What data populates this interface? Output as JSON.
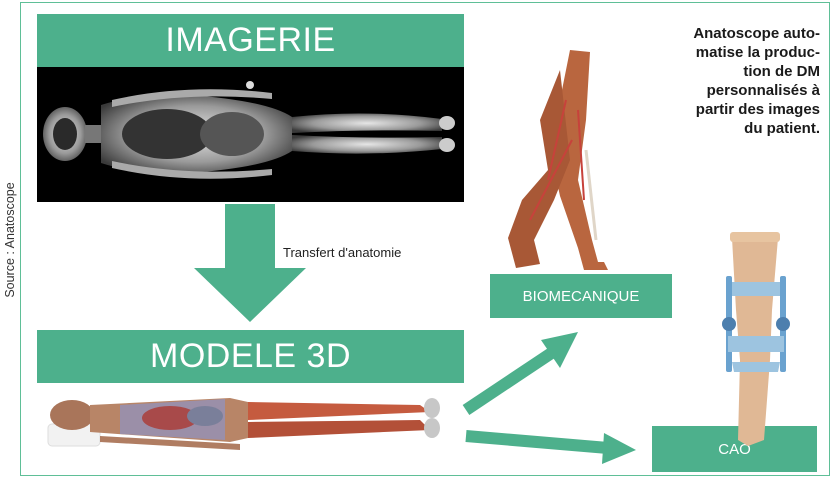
{
  "source_credit": "Source : Anatoscope",
  "stages": {
    "imaging": "IMAGERIE",
    "model_3d": "MODELE 3D",
    "biomechanics": "BIOMECANIQUE",
    "cad": "CAO"
  },
  "transfer_label": "Transfert d'anatomie",
  "intro_lines": [
    "Anatoscope auto-",
    "matise la produc-",
    "tion de DM",
    "personnalisés à",
    "partir des images",
    "du patient."
  ],
  "colors": {
    "accent": "#4db08c",
    "frame": "#5fbf97",
    "banner_text": "#ffffff"
  }
}
